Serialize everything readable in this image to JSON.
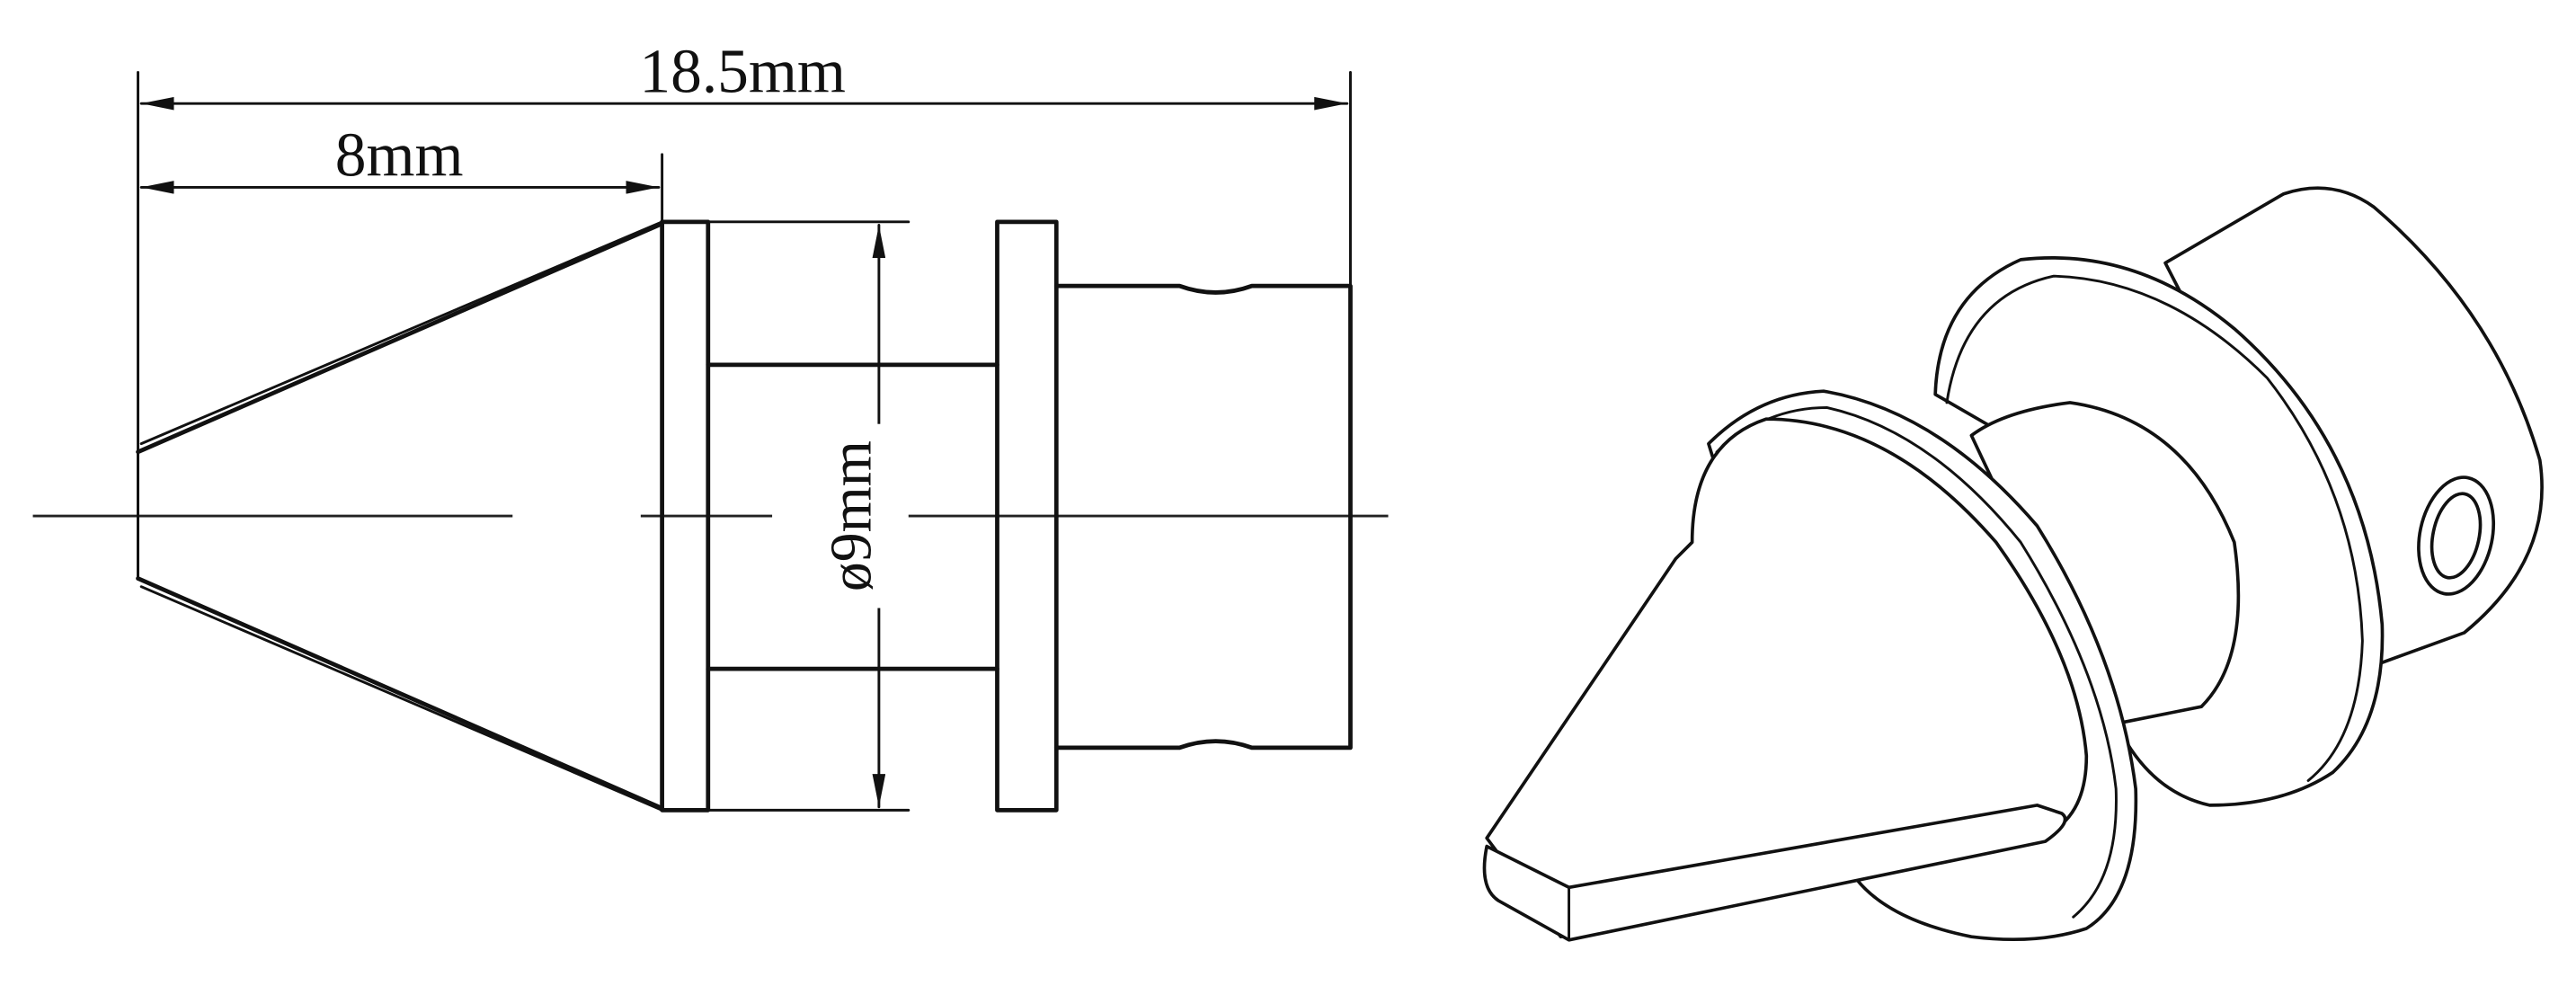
{
  "drawing": {
    "title": "Spinner nozzle dimension drawing",
    "dimensions": {
      "overall_length": "18.5mm",
      "cone_length": "8mm",
      "diameter": "ø9mm"
    },
    "views": {
      "left": "side-elevation",
      "right": "isometric-view"
    },
    "colors": {
      "line": "#111111",
      "background": "#ffffff"
    }
  }
}
